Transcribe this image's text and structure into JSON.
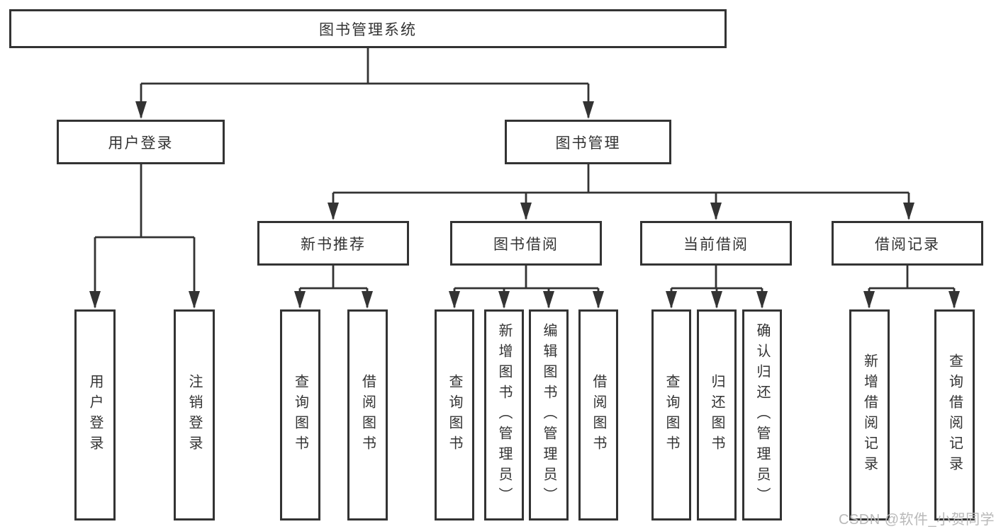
{
  "diagram": {
    "title": "图书管理系统",
    "level2": {
      "user_login": "用户登录",
      "book_mgmt": "图书管理"
    },
    "level3": {
      "new_books": "新书推荐",
      "book_borrow": "图书借阅",
      "current_borrow": "当前借阅",
      "borrow_records": "借阅记录"
    },
    "leaves": {
      "user_login": [
        "用户登录",
        "注销登录"
      ],
      "new_books": [
        "查询图书",
        "借阅图书"
      ],
      "book_borrow": [
        "查询图书",
        "新增图书（管理员）",
        "编辑图书（管理员）",
        "借阅图书"
      ],
      "current_borrow": [
        "查询图书",
        "归还图书",
        "确认归还（管理员）"
      ],
      "borrow_records": [
        "新增借阅记录",
        "查询借阅记录"
      ]
    }
  },
  "watermark": "CSDN @软件_小贺同学",
  "colors": {
    "line": "#333333",
    "text": "#333333",
    "background": "#ffffff",
    "watermark": "#b9b9b9"
  }
}
